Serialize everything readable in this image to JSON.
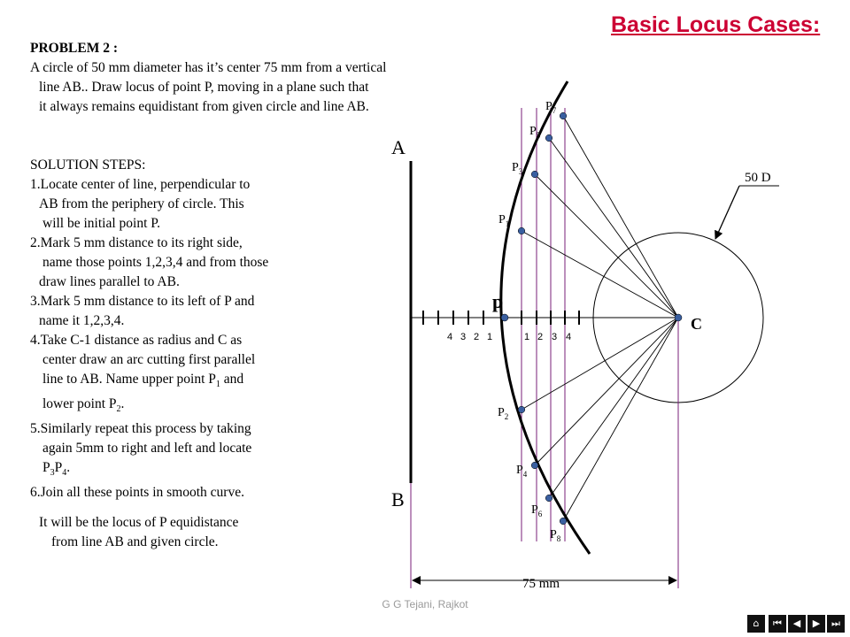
{
  "title": "Basic Locus Cases:",
  "problem": {
    "heading": "PROBLEM 2 :",
    "lines": [
      "A circle of 50 mm diameter has it’s center 75 mm from a vertical",
      "line AB.. Draw locus of point P, moving in a plane such that",
      "it always remains equidistant from given circle and line AB."
    ]
  },
  "steps": {
    "heading": "SOLUTION STEPS:",
    "l1": "1.Locate center of line,  perpendicular to",
    "l2": "AB from  the periphery of circle. This",
    "l3": "will be initial  point P.",
    "l4": "2.Mark 5 mm distance to its right side,",
    "l5": "name those points 1,2,3,4 and from those",
    "l6": "draw lines parallel to AB.",
    "l7": "3.Mark 5 mm distance to its left of P and",
    "l8": "name it 1,2,3,4.",
    "l9": "4.Take C-1 distance as radius and C as",
    "l10": "center  draw an arc cutting first parallel",
    "l11a": "line to  AB. Name upper point P",
    "l11sub": "1",
    "l11b": " and",
    "l12a": "lower point P",
    "l12sub": "2",
    "l12b": ".",
    "l13": "5.Similarly repeat this process by taking",
    "l14": "again 5mm to  right and left and locate",
    "l15a": "P",
    "l15sub1": "3",
    "l15b": "P",
    "l15sub2": "4",
    "l15c": ".",
    "l16": "6.Join all these points in smooth curve.",
    "conclusion1": "It will be the locus  of  P equidistance",
    "conclusion2": "from line AB and given circle."
  },
  "diagram": {
    "label_A": "A",
    "label_B": "B",
    "label_C": "C",
    "label_p": "p",
    "diameter_label": "50 D",
    "distance_label": "75 mm",
    "left_ticks": [
      "4",
      "3",
      "2",
      "1"
    ],
    "right_ticks": [
      "1",
      "2",
      "3",
      "4"
    ],
    "points": [
      {
        "base": "P",
        "sub": "7"
      },
      {
        "base": "P",
        "sub": "5"
      },
      {
        "base": "P",
        "sub": "3"
      },
      {
        "base": "P",
        "sub": "1"
      },
      {
        "base": "P",
        "sub": "2"
      },
      {
        "base": "P",
        "sub": "4"
      },
      {
        "base": "P",
        "sub": "6"
      },
      {
        "base": "P",
        "sub": "8"
      }
    ],
    "colors": {
      "construction": "#7a1f7a",
      "point": "#3a5fa0",
      "title": "#cc0033"
    }
  },
  "footer": "G G Tejani, Rajkot"
}
